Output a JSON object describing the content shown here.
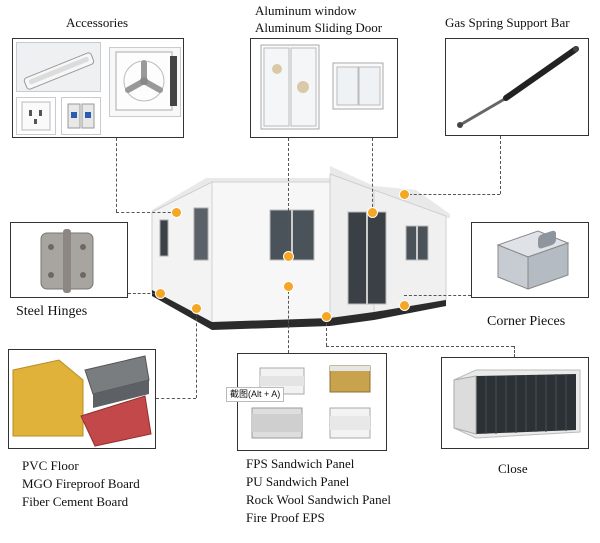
{
  "labels": {
    "accessories": "Accessories",
    "aluminum_window": "Aluminum window",
    "aluminum_door": "Aluminum Sliding Door",
    "gas_spring": "Gas Spring Support Bar",
    "steel_hinges": "Steel Hinges",
    "corner_pieces": "Corner Pieces",
    "close": "Close"
  },
  "floor_list": [
    "PVC Floor",
    "MGO Fireproof Board",
    "Fiber Cement Board"
  ],
  "panel_list": [
    "FPS Sandwich Panel",
    "PU Sandwich Panel",
    "Rock Wool Sandwich Panel",
    "Fire Proof EPS"
  ],
  "tooltip": "截图(Alt + A)",
  "colors": {
    "callout_dot": "#f5a623",
    "container_body": "#f2f2f2",
    "closed_container": "#2c3136",
    "pvc_floor": "#e0b23a",
    "fiber_board": "#c3484a"
  }
}
